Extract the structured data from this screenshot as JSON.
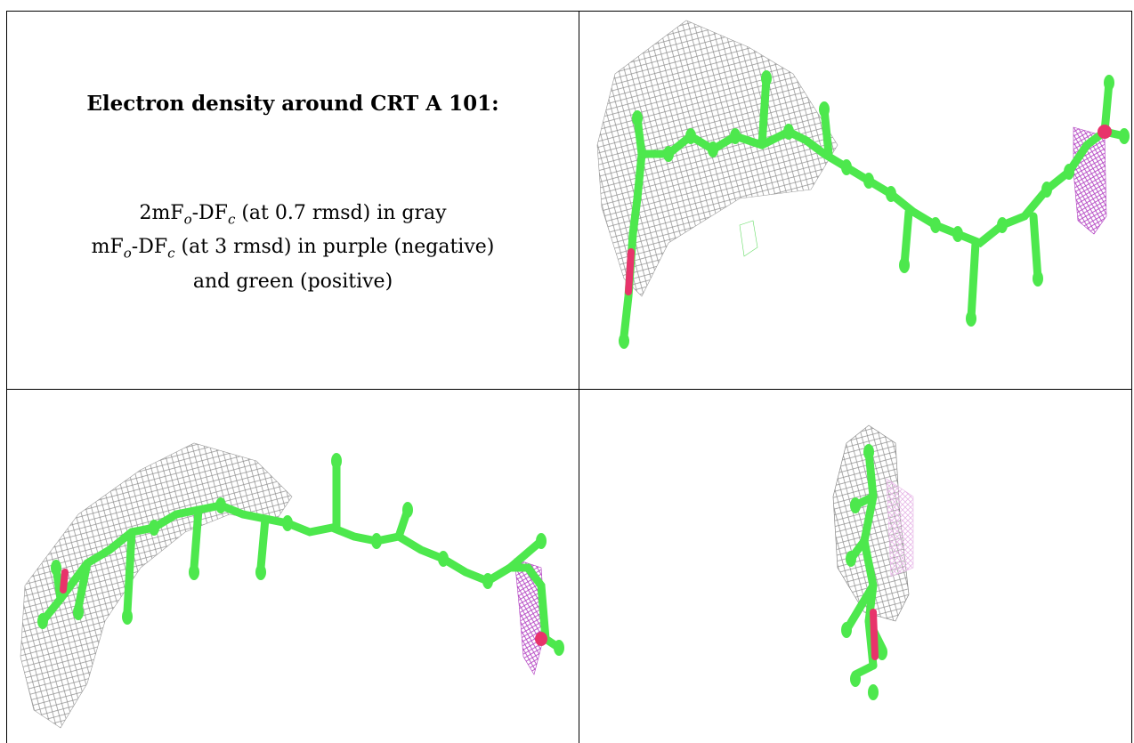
{
  "caption": {
    "title": "Electron density around CRT A 101:",
    "line1_prefix": "2mF",
    "line1_sub_o": "o",
    "line1_mid": "-DF",
    "line1_sub_c": "c",
    "line1_suffix": " (at 0.7 rmsd) in gray",
    "line2_prefix": "mF",
    "line2_sub_o": "o",
    "line2_mid": "-DF",
    "line2_sub_c": "c",
    "line2_suffix": " (at 3 rmsd) in purple (negative)",
    "line3": "and green (positive)"
  },
  "colors": {
    "carbon": "#4de84d",
    "oxygen": "#e8336b",
    "mesh_gray": "#9a9a9a",
    "mesh_purple": "#b03cc0",
    "mesh_green": "#66dd66",
    "grid_line": "#000000"
  },
  "panels": [
    {
      "name": "view-top-right",
      "icon": "molecule-side-view"
    },
    {
      "name": "view-bottom-left",
      "icon": "molecule-side-view-rotated"
    },
    {
      "name": "view-bottom-right",
      "icon": "molecule-end-on-view"
    }
  ]
}
